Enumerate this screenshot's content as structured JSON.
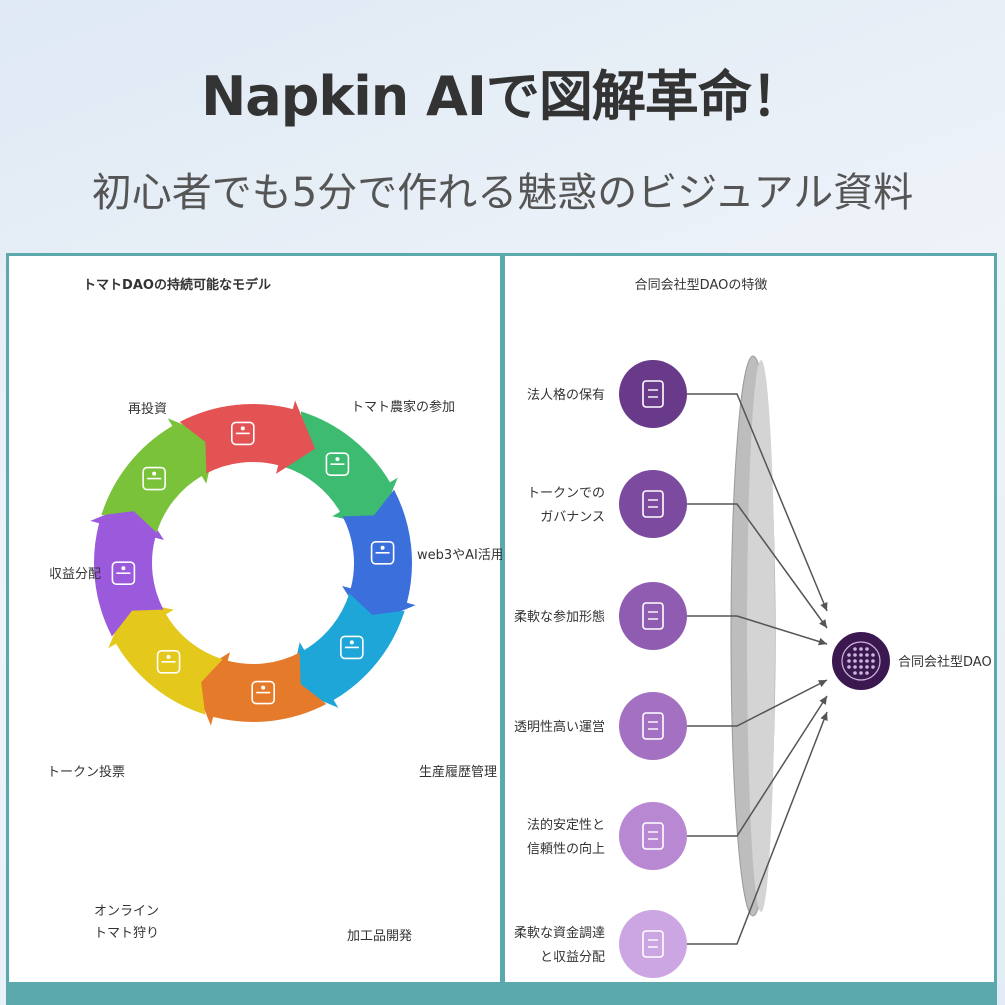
{
  "header": {
    "title": "Napkin AIで図解革命！",
    "subtitle": "初心者でも5分で作れる魅惑のビジュアル資料"
  },
  "left_panel": {
    "title": "トマトDAOの持続可能なモデル",
    "cycle": [
      {
        "label": "トマト農家の参加",
        "color": "#3dbb70",
        "icon": "farm-crate-icon"
      },
      {
        "label": "web3やAI活用",
        "color": "#3b6fdc",
        "icon": "binary-code-icon"
      },
      {
        "label": "生産履歴管理",
        "color": "#1ea6d8",
        "icon": "checklist-icon"
      },
      {
        "label": "加工品開発",
        "color": "#e57b2a",
        "icon": "tomato-icon"
      },
      {
        "label": [
          "オンライン",
          "トマト狩り"
        ],
        "color": "#e4c81c",
        "icon": "trees-icon"
      },
      {
        "label": "トークン投票",
        "color": "#9b59dc",
        "icon": "dollar-coin-icon"
      },
      {
        "label": "収益分配",
        "color": "#79c23a",
        "icon": "presenter-icon"
      },
      {
        "label": "再投資",
        "color": "#e45353",
        "icon": "recycle-icon"
      }
    ]
  },
  "right_panel": {
    "title": "合同会社型DAOの特徴",
    "items": [
      {
        "label": [
          "法人格の保有"
        ],
        "color": "#6a3a8a",
        "icon": "document-scale-icon"
      },
      {
        "label": [
          "トークンでの",
          "ガバナンス"
        ],
        "color": "#7c4a9e",
        "icon": "token-coin-icon"
      },
      {
        "label": [
          "柔軟な参加形態"
        ],
        "color": "#8f5cb1",
        "icon": "hands-icon"
      },
      {
        "label": [
          "透明性高い運営"
        ],
        "color": "#a470c2",
        "icon": "tree-roots-icon"
      },
      {
        "label": [
          "法的安定性と",
          "信頼性の向上"
        ],
        "color": "#b888d3",
        "icon": "handshake-icon"
      },
      {
        "label": [
          "柔軟な資金調達",
          "と収益分配"
        ],
        "color": "#cba6e2",
        "icon": "money-bag-icon"
      }
    ],
    "hub": {
      "label": "合同会社型DAO",
      "color": "#3b1950",
      "icon": "dots-circle-icon"
    }
  }
}
